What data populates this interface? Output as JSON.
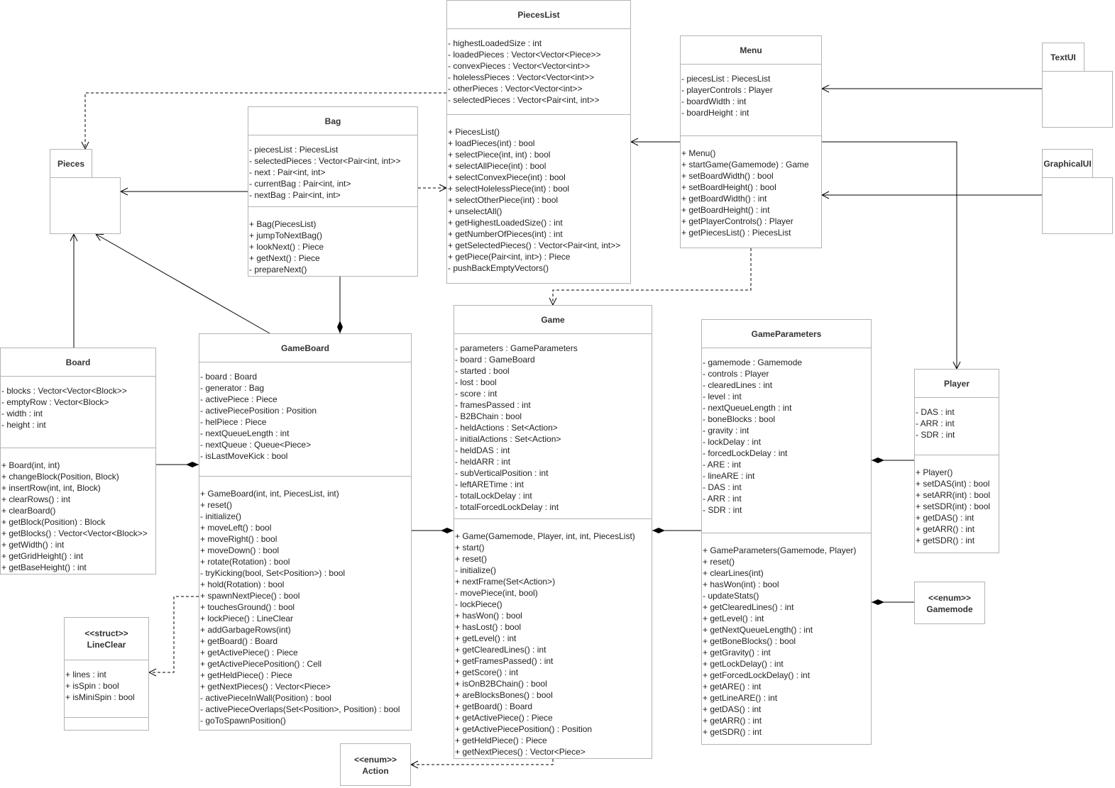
{
  "classes": [
    {
      "id": "PiecesList",
      "name": "PiecesList",
      "attributes": [
        "- highestLoadedSize : int",
        "- loadedPieces : Vector<Vector<Piece>>",
        "- convexPieces : Vector<Vector<int>>",
        "- holelessPieces : Vector<Vector<int>>",
        "- otherPieces : Vector<Vector<int>>",
        "- selectedPieces : Vector<Pair<int, int>>"
      ],
      "methods": [
        "+ PiecesList()",
        "+ loadPieces(int) : bool",
        "+ selectPiece(int, int) : bool",
        "+ selectAllPiece(int) : bool",
        "+ selectConvexPiece(int) : bool",
        "+ selectHolelessPiece(int) : bool",
        "+ selectOtherPiece(int) : bool",
        "+ unselectAll()",
        "+ getHighestLoadedSize() : int",
        "+ getNumberOfPieces(int) : int",
        "+ getSelectedPieces() : Vector<Pair<int, int>>",
        "+ getPiece(Pair<int, int>) : Piece",
        "- pushBackEmptyVectors()"
      ]
    },
    {
      "id": "Menu",
      "name": "Menu",
      "attributes": [
        "- piecesList : PiecesList",
        "- playerControls : Player",
        "- boardWidth : int",
        "- boardHeight : int"
      ],
      "methods": [
        "+ Menu()",
        "+ startGame(Gamemode) : Game",
        "+ setBoardWidth() : bool",
        "+ setBoardHeight() : bool",
        "+ getBoardWidth() : int",
        "+ getBoardHeight() : int",
        "+ getPlayerControls() : Player",
        "+ getPiecesList() : PiecesList"
      ]
    },
    {
      "id": "Bag",
      "name": "Bag",
      "attributes": [
        "- piecesList : PiecesList",
        "- selectedPieces : Vector<Pair<int, int>>",
        "- next : Pair<int, int>",
        "- currentBag : Pair<int, int>",
        "- nextBag : Pair<int, int>"
      ],
      "methods": [
        "+ Bag(PiecesList)",
        "+ jumpToNextBag()",
        "+ lookNext() : Piece",
        "+ getNext() : Piece",
        "- prepareNext()"
      ]
    },
    {
      "id": "Board",
      "name": "Board",
      "attributes": [
        "- blocks : Vector<Vector<Block>>",
        "- emptyRow : Vector<Block>",
        "- width : int",
        "- height : int"
      ],
      "methods": [
        "+ Board(int, int)",
        "+ changeBlock(Position, Block)",
        "+ insertRow(int, int, Block)",
        "+ clearRows() : int",
        "+ clearBoard()",
        "+ getBlock(Position) : Block",
        "+ getBlocks() : Vector<Vector<Block>>",
        "+ getWidth() : int",
        "+ getGridHeight() : int",
        "+ getBaseHeight() : int"
      ]
    },
    {
      "id": "GameBoard",
      "name": "GameBoard",
      "attributes": [
        "- board : Board",
        "- generator : Bag",
        "- activePiece : Piece",
        "- activePiecePosition : Position",
        "- helPiece : Piece",
        "- nextQueueLength : int",
        "- nextQueue : Queue<Piece>",
        "- isLastMoveKick : bool"
      ],
      "methods": [
        "+ GameBoard(int, int, PiecesList, int)",
        "+ reset()",
        "- initialize()",
        "+ moveLeft() : bool",
        "+ moveRight() : bool",
        "+ moveDown() : bool",
        "+ rotate(Rotation) : bool",
        "- tryKicking(bool, Set<Position>) : bool",
        "+ hold(Rotation) : bool",
        "+ spawnNextPiece() : bool",
        "+ touchesGround() : bool",
        "+ lockPiece() : LineClear",
        "+ addGarbageRows(int)",
        "+ getBoard() : Board",
        "+ getActivePiece() : Piece",
        "+ getActivePiecePosition() : Cell",
        "+ getHeldPiece() : Piece",
        "+ getNextPieces() : Vector<Piece>",
        "- activePieceInWall(Position) : bool",
        "- activePieceOverlaps(Set<Position>, Position) : bool",
        "- goToSpawnPosition()"
      ]
    },
    {
      "id": "Game",
      "name": "Game",
      "attributes": [
        "- parameters : GameParameters",
        "- board : GameBoard",
        "- started : bool",
        "- lost : bool",
        "- score : int",
        "- framesPassed : int",
        "- B2BChain : bool",
        "- heldActions : Set<Action>",
        "- initialActions : Set<Action>",
        "- heldDAS : int",
        "- heldARR : int",
        "- subVerticalPosition : int",
        "- leftARETime : int",
        "- totalLockDelay : int",
        "- totalForcedLockDelay : int"
      ],
      "methods": [
        "+ Game(Gamemode, Player, int, int, PiecesList)",
        "+ start()",
        "+ reset()",
        "- initialize()",
        "+ nextFrame(Set<Action>)",
        "- movePiece(int, bool)",
        "- lockPiece()",
        "+ hasWon() : bool",
        "+ hasLost() : bool",
        "+ getLevel() : int",
        "+ getClearedLines() : int",
        "+ getFramesPassed() : int",
        "+ getScore() : int",
        "+ isOnB2BChain() : bool",
        "+ areBlocksBones() : bool",
        "+ getBoard() : Board",
        "+ getActivePiece() : Piece",
        "+ getActivePiecePosition() : Position",
        "+ getHeldPiece() : Piece",
        "+ getNextPieces() : Vector<Piece>"
      ]
    },
    {
      "id": "GameParameters",
      "name": "GameParameters",
      "attributes": [
        "- gamemode : Gamemode",
        "- controls : Player",
        "- clearedLines : int",
        "- level : int",
        "- nextQueueLength : int",
        "- boneBlocks : bool",
        "- gravity : int",
        "- lockDelay : int",
        "- forcedLockDelay : int",
        "- ARE : int",
        "- lineARE : int",
        "- DAS : int",
        "- ARR : int",
        "- SDR : int"
      ],
      "methods": [
        "+ GameParameters(Gamemode, Player)",
        "+ reset()",
        "+ clearLines(int)",
        "+ hasWon(int) : bool",
        "- updateStats()",
        "+ getClearedLines() : int",
        "+ getLevel() : int",
        "+ getNextQueueLength() : int",
        "+ getBoneBlocks() : bool",
        "+ getGravity() : int",
        "+ getLockDelay() : int",
        "+ getForcedLockDelay() : int",
        "+ getARE() : int",
        "+ getLineARE() : int",
        "+ getDAS() : int",
        "+ getARR() : int",
        "+ getSDR() : int"
      ]
    },
    {
      "id": "Player",
      "name": "Player",
      "attributes": [
        "- DAS : int",
        "- ARR : int",
        "- SDR : int"
      ],
      "methods": [
        "+ Player()",
        "+ setDAS(int) : bool",
        "+ setARR(int) : bool",
        "+ setSDR(int) : bool",
        "+ getDAS() : int",
        "+ getARR() : int",
        "+ getSDR() : int"
      ]
    },
    {
      "id": "LineClear",
      "stereotype": "<<struct>>",
      "name": "LineClear",
      "attributes": [
        "+ lines : int",
        "+ isSpin : bool",
        "+ isMiniSpin : bool"
      ],
      "methods": []
    },
    {
      "id": "Gamemode",
      "stereotype": "<<enum>>",
      "name": "Gamemode"
    },
    {
      "id": "Action",
      "stereotype": "<<enum>>",
      "name": "Action"
    }
  ],
  "packages": [
    {
      "id": "Pieces",
      "name": "Pieces"
    },
    {
      "id": "TextUI",
      "name": "TextUI"
    },
    {
      "id": "GraphicalUI",
      "name": "GraphicalUI"
    }
  ]
}
